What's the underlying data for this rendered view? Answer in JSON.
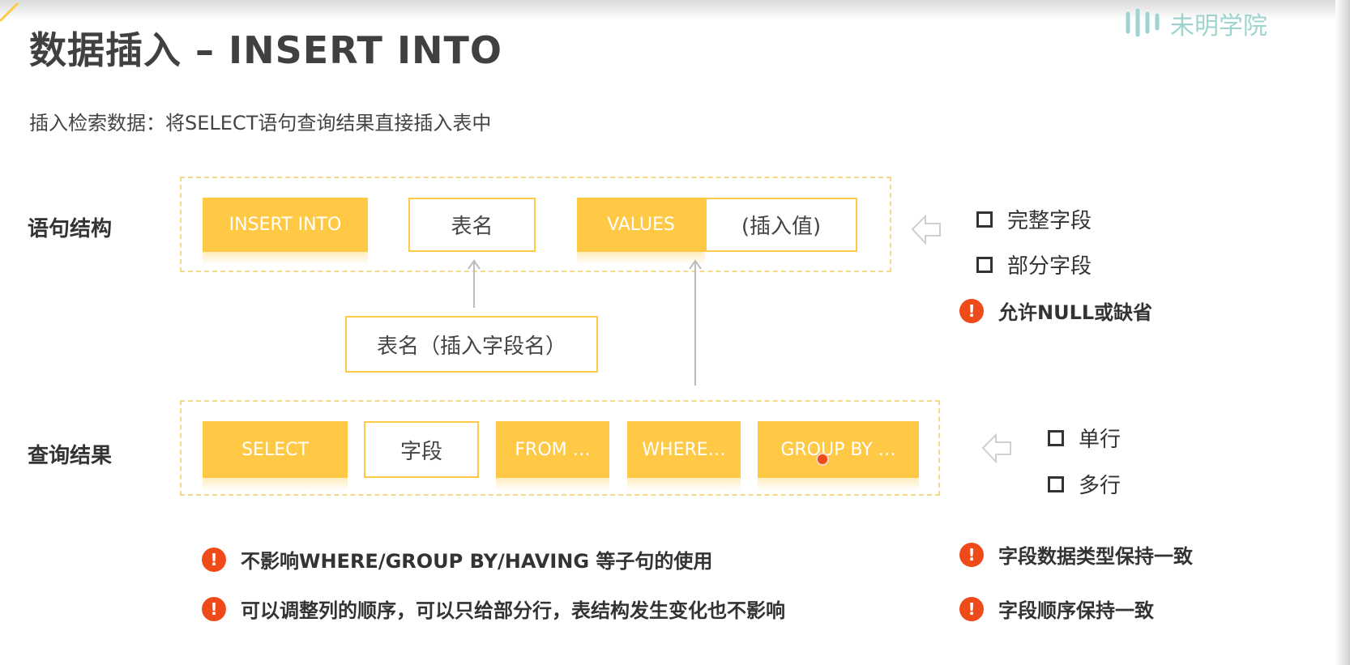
{
  "header": {
    "title": "数据插入 – INSERT INTO",
    "logo_text": "未明学院",
    "logo_icon": "logo-icon"
  },
  "subtitle": "插入检索数据：将SELECT语句查询结果直接插入表中",
  "statement": {
    "label": "语句结构",
    "boxes": [
      "INSERT INTO",
      "表名",
      "VALUES",
      "(插入值)"
    ]
  },
  "middle_box": "表名（插入字段名）",
  "query": {
    "label": "查询结果",
    "boxes": [
      "SELECT",
      "字段",
      "FROM …",
      "WHERE…",
      "GROUP BY …"
    ]
  },
  "statement_options": [
    {
      "icon": "checkbox-icon",
      "text": "完整字段"
    },
    {
      "icon": "checkbox-icon",
      "text": "部分字段"
    },
    {
      "icon": "warning-icon",
      "text": "允许NULL或缺省"
    }
  ],
  "query_options": [
    {
      "icon": "checkbox-icon",
      "text": "单行"
    },
    {
      "icon": "checkbox-icon",
      "text": "多行"
    }
  ],
  "notes_left": [
    "不影响WHERE/GROUP BY/HAVING 等子句的使用",
    "可以调整列的顺序，可以只给部分行，表结构发生变化也不影响"
  ],
  "notes_right": [
    "字段数据类型保持一致",
    "字段顺序保持一致"
  ],
  "warning_glyph": "!",
  "colors": {
    "accent": "#ffc845",
    "warning": "#ef4b1a",
    "logo": "#9ed3cf",
    "dashed": "#f3d98a"
  }
}
